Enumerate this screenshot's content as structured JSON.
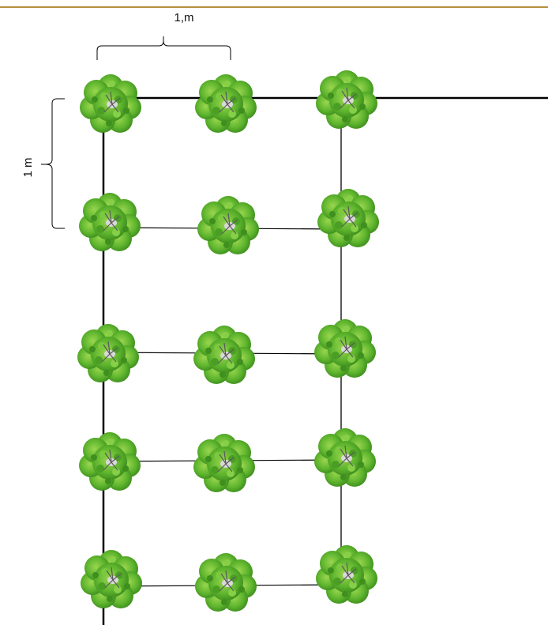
{
  "labels": {
    "horizontal_spacing": "1,m",
    "vertical_spacing": "1 m"
  },
  "layout": {
    "rows": 5,
    "columns": 3,
    "tree_icon": "tree-top-view-icon"
  },
  "colors": {
    "top_rule": "#b5903f",
    "line": "#000000",
    "foliage_dark": "#3f8f1f",
    "foliage_mid": "#5fb52e",
    "foliage_light": "#8fd44a",
    "trunk": "#5a5a5a"
  }
}
